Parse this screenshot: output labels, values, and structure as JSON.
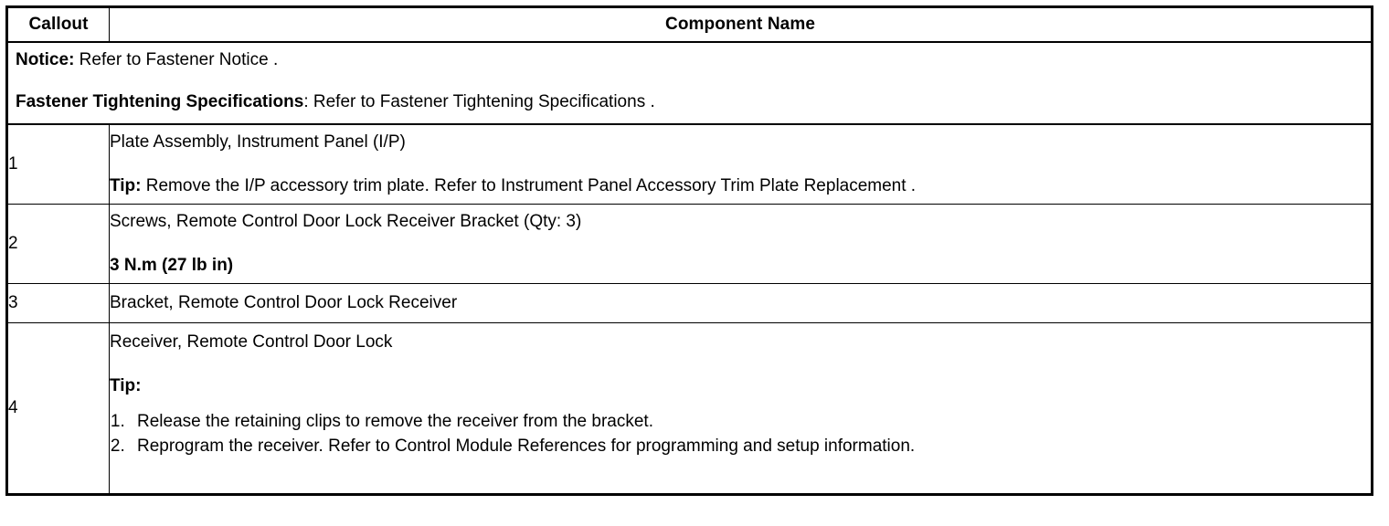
{
  "table": {
    "headers": {
      "callout": "Callout",
      "component_name": "Component Name"
    },
    "notice": {
      "notice_label": "Notice:",
      "notice_text": " Refer to Fastener Notice .",
      "spec_label": "Fastener Tightening Specifications",
      "spec_text": ": Refer to Fastener Tightening Specifications ."
    },
    "rows": [
      {
        "callout": "1",
        "primary": "Plate Assembly, Instrument Panel (I/P)",
        "tip_label": "Tip:",
        "tip_text": " Remove the I/P accessory trim plate. Refer to Instrument Panel Accessory Trim Plate Replacement ."
      },
      {
        "callout": "2",
        "primary": "Screws, Remote Control Door Lock Receiver Bracket (Qty: 3)",
        "torque": "3 N.m (27 lb in)"
      },
      {
        "callout": "3",
        "primary": "Bracket, Remote Control Door Lock Receiver"
      },
      {
        "callout": "4",
        "primary": "Receiver, Remote Control Door Lock",
        "tip_label": "Tip:",
        "list_items": [
          "Release the retaining clips to remove the receiver from the bracket.",
          "Reprogram the receiver. Refer to Control Module References for programming and setup information."
        ]
      }
    ]
  },
  "colors": {
    "border": "#000000",
    "text": "#000000",
    "background": "#ffffff"
  }
}
